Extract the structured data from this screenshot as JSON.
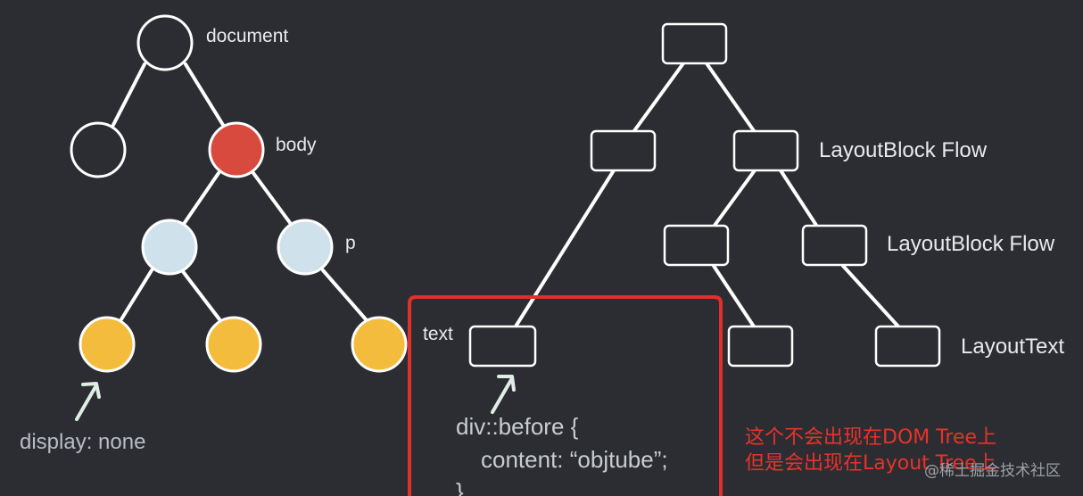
{
  "dom_tree": {
    "root_label": "document",
    "body_label": "body",
    "p_label": "p",
    "hidden_note": "display: none"
  },
  "layout_tree": {
    "level1_label": "LayoutBlock Flow",
    "level2_label": "LayoutBlock Flow",
    "leaf_label": "LayoutText",
    "text_label": "text"
  },
  "code_snippet": {
    "line1": "div::before {",
    "line2": "content: “objtube”;",
    "line3": "}"
  },
  "annotation": {
    "line1": "这个不会出现在DOM Tree上",
    "line2": "但是会出现在Layout Tree上",
    "color": "#e1302a"
  },
  "watermark": "@稀土掘金技术社区",
  "colors": {
    "background": "#2b2d32",
    "body_node": "#d84a3d",
    "inner_node": "#cfe2ec",
    "leaf_node": "#f3bc3c"
  }
}
